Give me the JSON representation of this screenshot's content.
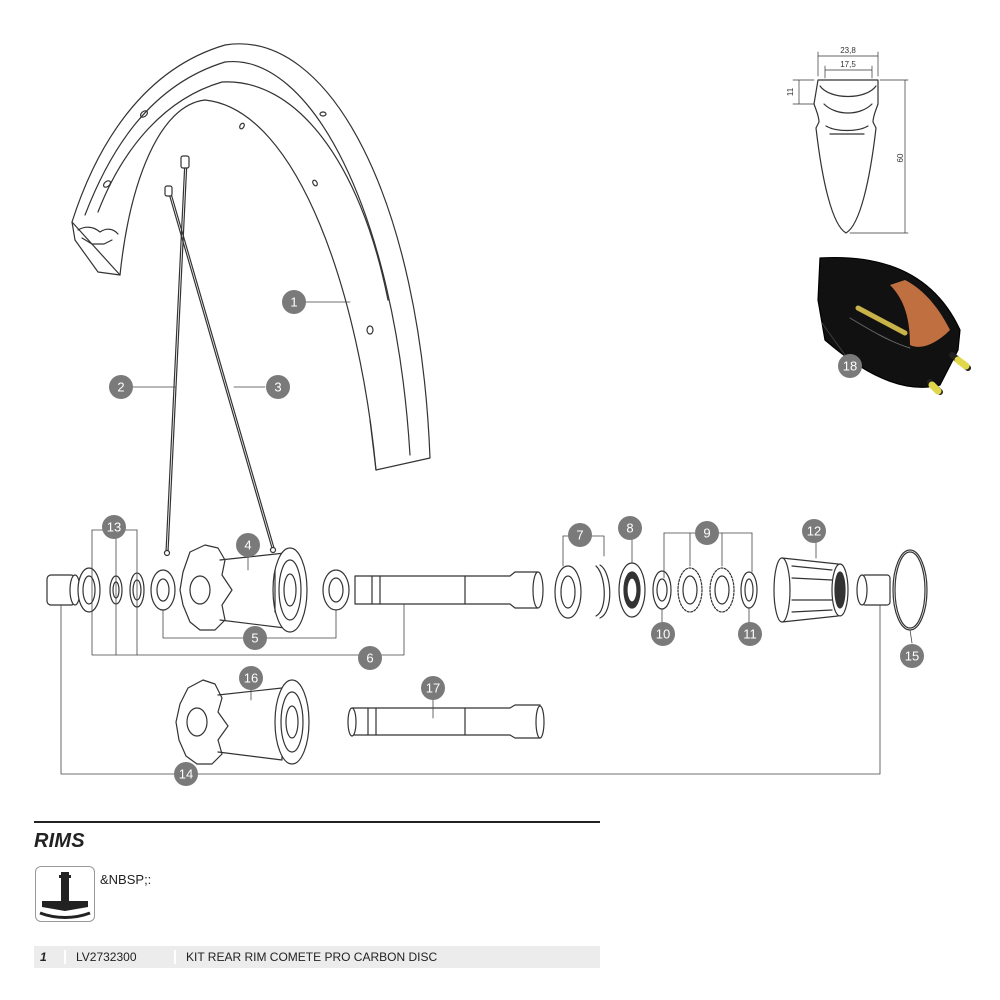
{
  "rim_profile": {
    "width_outer": "23,8",
    "width_inner": "17,5",
    "hook_height": "11",
    "rim_depth": "60"
  },
  "callouts": [
    "1",
    "2",
    "3",
    "4",
    "5",
    "6",
    "7",
    "8",
    "9",
    "10",
    "11",
    "12",
    "13",
    "14",
    "15",
    "16",
    "17",
    "18"
  ],
  "section": {
    "title": "RIMS",
    "valve_label": "&NBSP;:"
  },
  "parts": [
    {
      "index": "1",
      "ref": "LV2732300",
      "description": "KIT REAR RIM COMETE PRO CARBON DISC"
    }
  ],
  "colors": {
    "callout": "#7a7a7a",
    "line": "#333333",
    "tire_band": "#c07040",
    "valve_tip": "#e0d84a"
  }
}
